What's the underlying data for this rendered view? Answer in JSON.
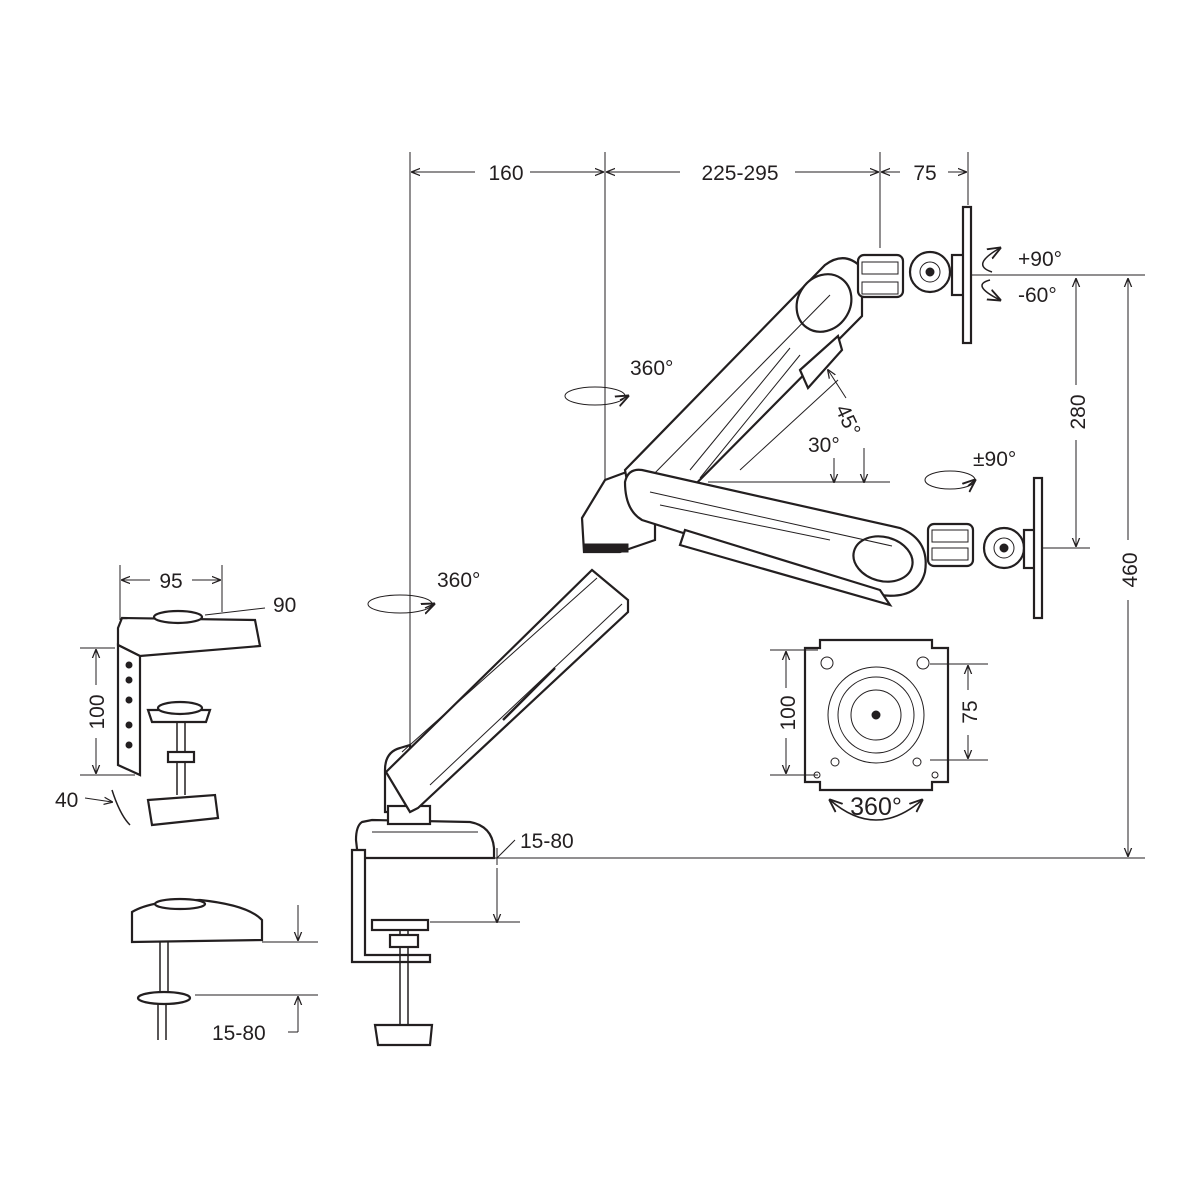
{
  "dimensions": {
    "pole_to_elbow": "160",
    "elbow_to_joint": "225-295",
    "joint_to_vesa": "75",
    "height_range": "280",
    "max_height": "460",
    "desk_thickness_main": "15-80",
    "desk_thickness_grommet": "15-80",
    "clamp_width": "95",
    "clamp_depth": "90",
    "clamp_height": "100",
    "clamp_gap": "40",
    "vesa_outer": "100",
    "vesa_inner": "75"
  },
  "angles": {
    "tilt_up": "+90°",
    "tilt_down": "-60°",
    "swivel": "±90°",
    "arm_rotation_upper": "360°",
    "arm_rotation_lower": "360°",
    "vesa_rotation": "360°",
    "angle_45": "45°",
    "angle_30": "30°"
  }
}
